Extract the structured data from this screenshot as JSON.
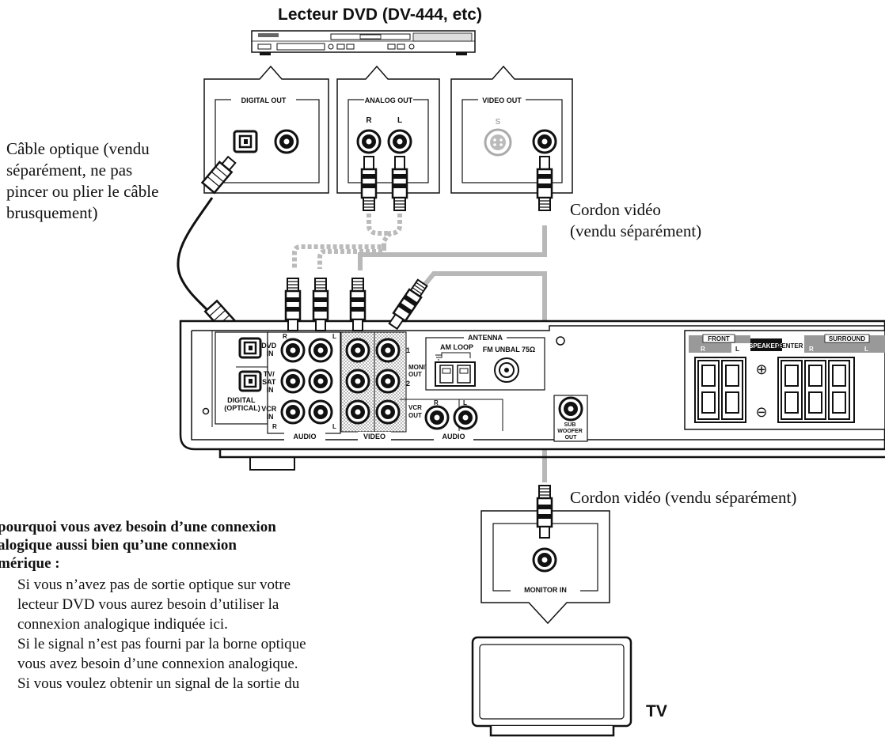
{
  "title": "Lecteur DVD (DV-444, etc)",
  "tv_label": "TV",
  "callouts": {
    "optical_cable": [
      "Câble optique (vendu",
      "séparément, ne pas",
      "pincer ou plier le câble",
      "brusquement)"
    ],
    "video_cord_top": [
      "Cordon vidéo",
      "(vendu séparément)"
    ],
    "video_cord_bottom": "Cordon vidéo (vendu séparément)"
  },
  "dvd_panels": {
    "digital_out": "DIGITAL OUT",
    "analog_out": "ANALOG OUT",
    "video_out": "VIDEO OUT",
    "r": "R",
    "l": "L",
    "s": "S"
  },
  "tv_panel": {
    "monitor_in": "MONITOR IN"
  },
  "receiver": {
    "r": "R",
    "l": "L",
    "dvd_in": [
      "DVD",
      "IN"
    ],
    "tvsat_in": [
      "TV/",
      "SAT",
      "IN"
    ],
    "vcr_in": [
      "VCR",
      "IN"
    ],
    "digital_optical": [
      "DIGITAL",
      "(OPTICAL)"
    ],
    "audio": "AUDIO",
    "video": "VIDEO",
    "monitor_out": [
      "MONITOR",
      "OUT"
    ],
    "num1": "1",
    "num2": "2",
    "vcr_out": [
      "VCR",
      "OUT"
    ],
    "antenna": "ANTENNA",
    "am_loop": "AM LOOP",
    "fm_unbal": "FM UNBAL 75Ω",
    "sub_woofer_out": [
      "SUB",
      "WOOFER",
      "OUT"
    ],
    "front": "FRONT",
    "speakers": "SPEAKERS",
    "center": "CENTER",
    "surround": "SURROUND",
    "plus": "⊕",
    "minus": "⊖"
  },
  "note": {
    "heading": [
      " pourquoi vous avez besoin d’une connexion",
      "alogique aussi bien qu’une connexion",
      "mérique :"
    ],
    "items": [
      "Si vous n’avez pas de sortie optique sur votre",
      "lecteur DVD vous aurez besoin d’utiliser la",
      "connexion analogique indiquée ici.",
      "Si le signal n’est pas fourni par la borne optique",
      "vous avez besoin d’une connexion analogique.",
      "Si vous voulez obtenir un signal de la sortie du"
    ]
  },
  "colors": {
    "ink": "#111111",
    "cable_gray": "#b8b8b8",
    "panel_dot": "#9a9a9a"
  }
}
